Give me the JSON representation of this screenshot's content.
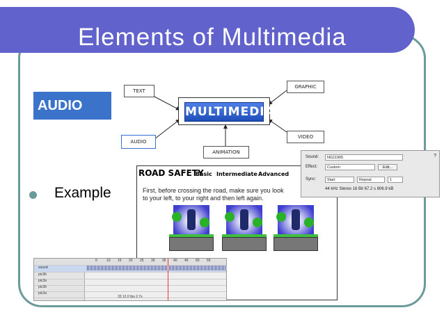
{
  "slide": {
    "title": "Elements of Multimedia",
    "section_label": "AUDIO",
    "bullet": "Example"
  },
  "diagram": {
    "center": "MULTIMEDIA",
    "text": "TEXT",
    "graphic": "GRAPHIC",
    "audio": "AUDIO",
    "video": "VIDEO",
    "animation": "ANIMATION"
  },
  "road_safety": {
    "title": "ROAD SAFETY",
    "tabs": [
      "Basic",
      "Intermediate",
      "Advanced"
    ],
    "body": "First, before crossing the road, make sure you look to your left, to your right and then left again."
  },
  "sound_panel": {
    "sound_label": "Sound:",
    "sound_value": "NG11905",
    "effect_label": "Effect:",
    "effect_value": "Custom",
    "edit_button": "Edit...",
    "sync_label": "Sync:",
    "sync_value": "Start",
    "repeat_value": "Repeat",
    "repeat_count": "1",
    "info": "44 kHz Stereo 16 Bit 67.2 s 806.9 kB"
  },
  "timeline": {
    "layers": [
      "sound",
      "pic3b",
      "pic3a",
      "pic2b",
      "pic2a"
    ],
    "frame_numbers": [
      "5",
      "10",
      "15",
      "20",
      "25",
      "30",
      "35",
      "40",
      "45",
      "50",
      "55"
    ],
    "status": [
      "33",
      "12.0 fps",
      "2.7s"
    ]
  },
  "colors": {
    "title_bar": "#6262cc",
    "audio_label": "#3a73c9",
    "frame": "#6b9a9a"
  }
}
